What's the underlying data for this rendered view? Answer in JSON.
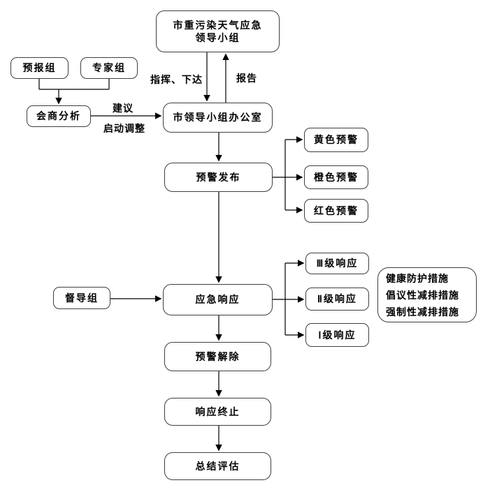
{
  "nodes": {
    "leadership": {
      "line1": "市重污染天气应急",
      "line2": "领导小组"
    },
    "forecast": "预报组",
    "expert": "专家组",
    "consult": "会商分析",
    "office": "市领导小组办公室",
    "warning_issue": "预警发布",
    "warning_yellow": "黄色预警",
    "warning_orange": "橙色预警",
    "warning_red": "红色预警",
    "supervision": "督导组",
    "emergency_response": "应急响应",
    "response_lvl3": "Ⅲ级响应",
    "response_lvl2": "Ⅱ级响应",
    "response_lvl1": "Ⅰ级响应",
    "measures": {
      "line1": "健康防护措施",
      "line2": "倡议性减排措施",
      "line3": "强制性减排措施"
    },
    "warning_lift": "预警解除",
    "response_end": "响应终止",
    "evaluation": "总结评估"
  },
  "edge_labels": {
    "command": "指挥、下达",
    "report": "报告",
    "suggestion": "建议",
    "start_adjust": "启动调整"
  },
  "colors": {
    "background": "#ffffff",
    "box_border": "#3f3f3f",
    "line": "#000000",
    "text": "#000000"
  }
}
